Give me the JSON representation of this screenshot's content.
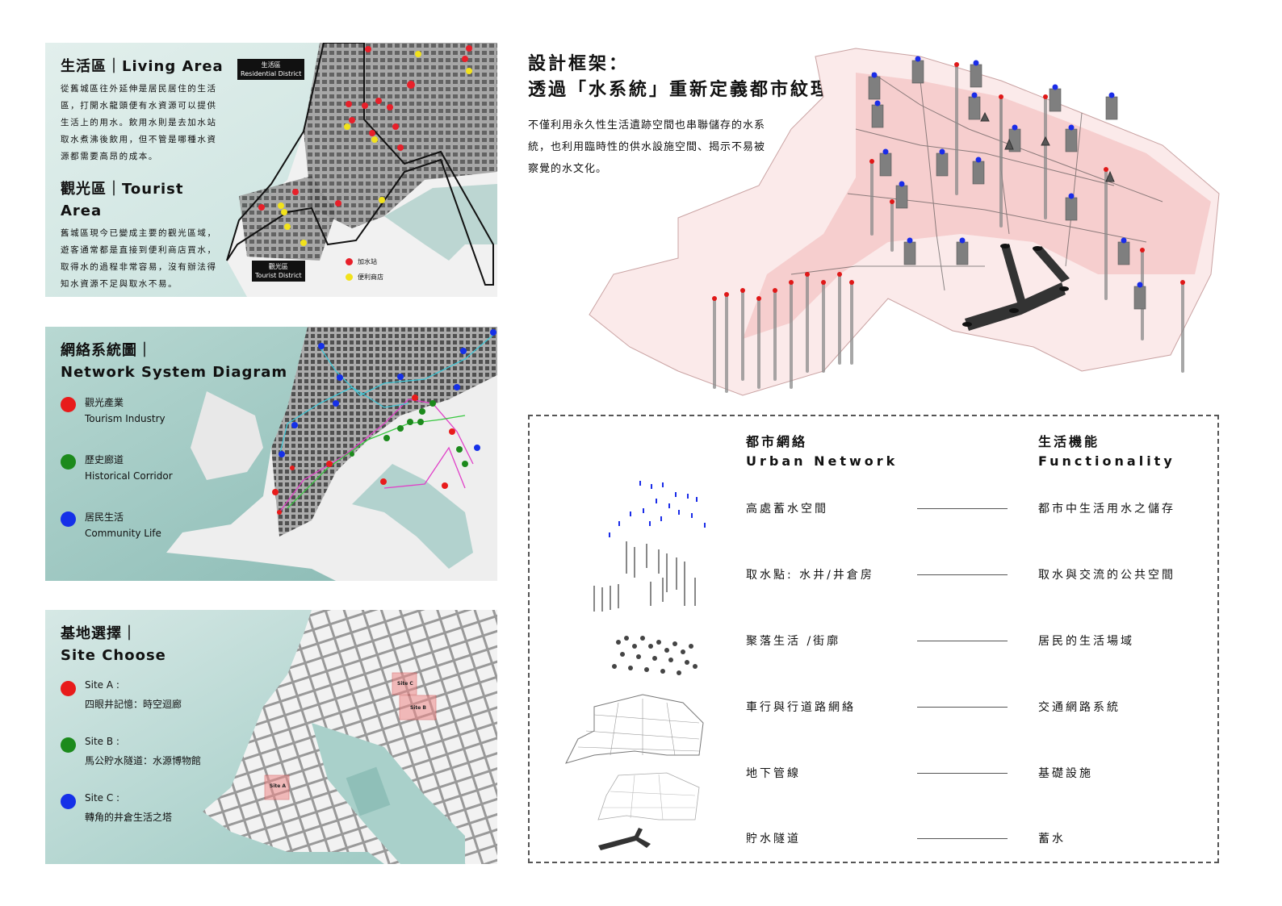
{
  "panel_living": {
    "title_living": "生活區｜Living Area",
    "text_living": "從舊城區往外延伸是居民居住的生活區，打開水龍頭便有水資源可以提供生活上的用水。飲用水則是去加水站取水煮沸後飲用，但不管是哪種水資源都需要高昂的成本。",
    "title_tourist": "觀光區｜Tourist Area",
    "text_tourist": "舊城區現今已變成主要的觀光區域，遊客通常都是直接到便利商店買水，取得水的過程非常容易，沒有辦法得知水資源不足與取水不易。",
    "tag_residential_zh": "生活區",
    "tag_residential_en": "Residential District",
    "tag_tourist_zh": "觀光區",
    "tag_tourist_en": "Tourist District",
    "legend_water": "加水站",
    "legend_store": "便利商店",
    "colors": {
      "water_station": "#e8202a",
      "store": "#f2e21b"
    }
  },
  "panel_network": {
    "title_zh": "網絡系統圖｜",
    "title_en": "Network System Diagram",
    "legend": [
      {
        "zh": "觀光產業",
        "en": "Tourism Industry",
        "color": "#e81b1b"
      },
      {
        "zh": "歷史廊道",
        "en": "Historical Corridor",
        "color": "#1c8a1c"
      },
      {
        "zh": "居民生活",
        "en": "Community Life",
        "color": "#1530e8"
      }
    ]
  },
  "panel_site": {
    "title_zh": "基地選擇｜",
    "title_en": "Site Choose",
    "legend": [
      {
        "label": "Site A :",
        "desc": "四眼井記憶：時空迴廊",
        "color": "#e81b1b"
      },
      {
        "label": "Site B :",
        "desc": "馬公貯水隧道：水源博物館",
        "color": "#1c8a1c"
      },
      {
        "label": "Site C :",
        "desc": "轉角的井倉生活之塔",
        "color": "#1530e8"
      }
    ],
    "map_labels": [
      "Site C",
      "Site B",
      "Site A"
    ]
  },
  "framework": {
    "title_line1": "設計框架：",
    "title_line2": "透過「水系統」重新定義都市紋理",
    "intro": "不僅利用永久性生活遺跡空間也串聯儲存的水系統，也利用臨時性的供水設施空間、揭示不易被察覺的水文化。"
  },
  "network_table": {
    "left_header_zh": "都市網絡",
    "left_header_en": "Urban Network",
    "right_header_zh": "生活機能",
    "right_header_en": "Functionality",
    "rows": [
      {
        "network": "高處蓄水空間",
        "function": "都市中生活用水之儲存"
      },
      {
        "network": "取水點: 水井/井倉房",
        "function": "取水與交流的公共空間"
      },
      {
        "network": "聚落生活 /街廓",
        "function": "居民的生活場域"
      },
      {
        "network": "車行與行道路網絡",
        "function": "交通網路系統"
      },
      {
        "network": "地下管線",
        "function": "基礎設施"
      },
      {
        "network": "貯水隧道",
        "function": "蓄水"
      }
    ]
  }
}
